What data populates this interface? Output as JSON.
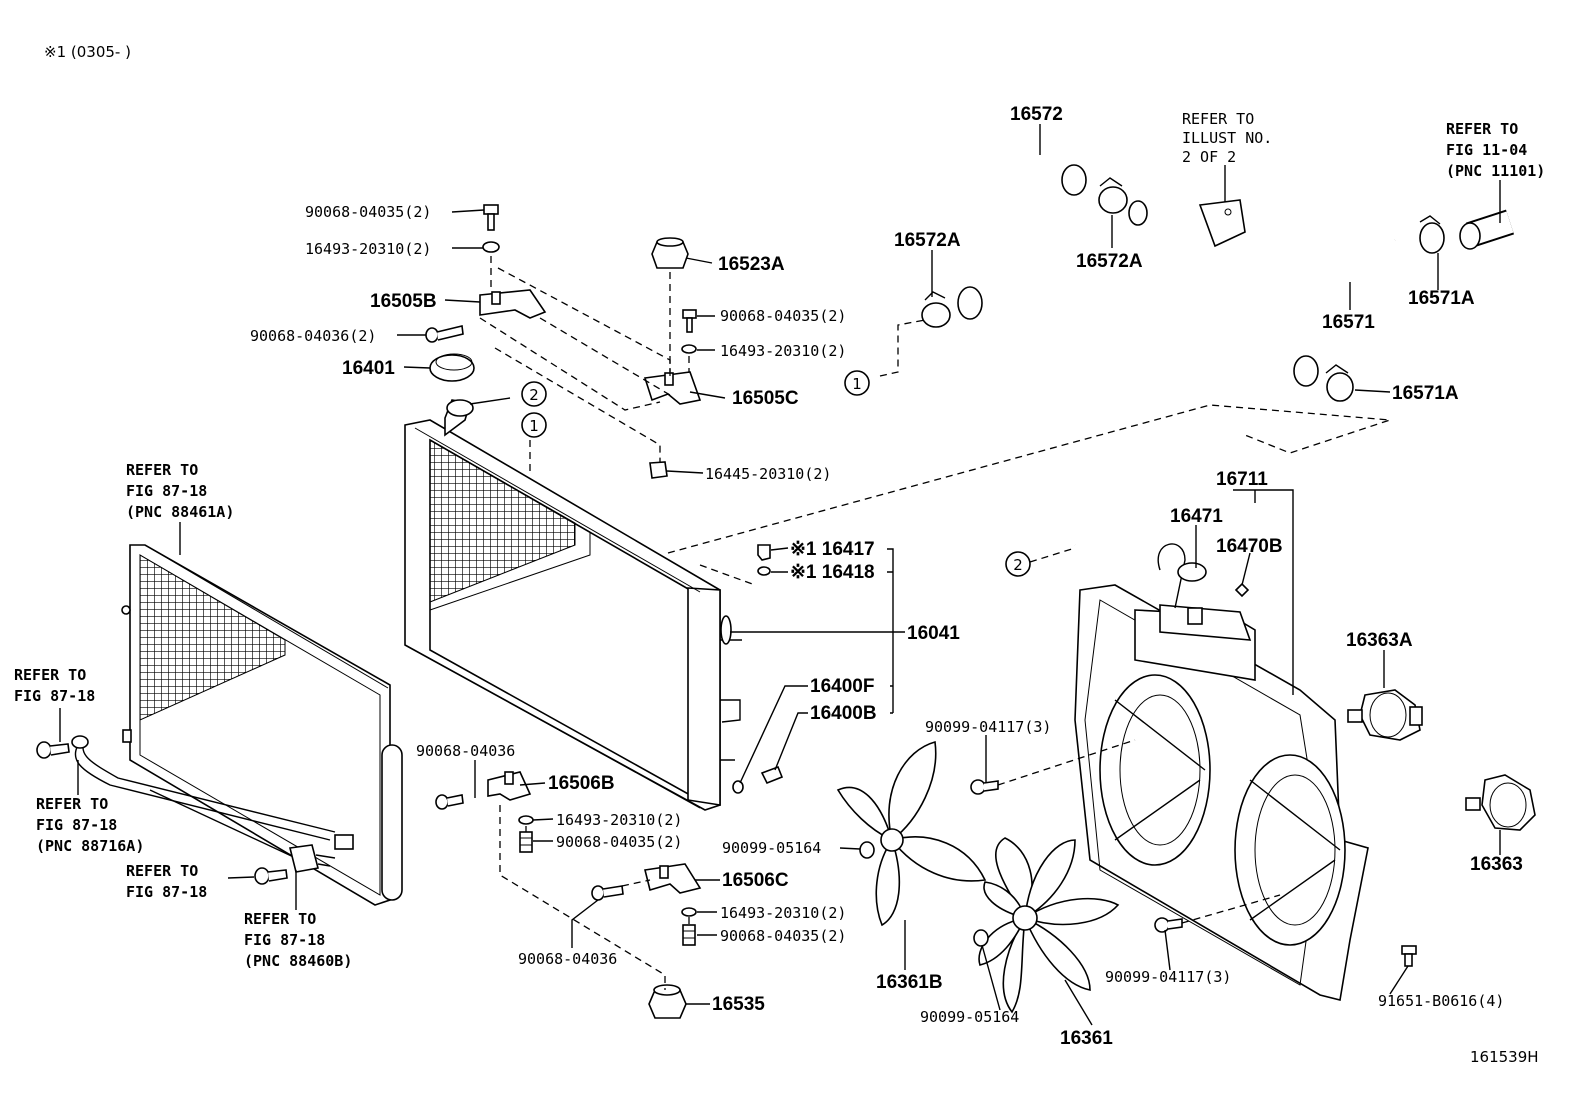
{
  "note": "※1 (0305-      )",
  "figure_id": "161539H",
  "circle_markers": [
    "1",
    "2"
  ],
  "labels": {
    "p16572": "16572",
    "p16572A_1": "16572A",
    "p16572A_2": "16572A",
    "p16571": "16571",
    "p16571A_1": "16571A",
    "p16571A_2": "16571A",
    "p16523A": "16523A",
    "p16505B": "16505B",
    "p16505C": "16505C",
    "p16401": "16401",
    "p16445": "16445-20310(2)",
    "p90068_04035_a": "90068-04035(2)",
    "p16493_a": "16493-20310(2)",
    "p90068_04036_a": "90068-04036(2)",
    "p90068_04035_b": "90068-04035(2)",
    "p16493_b": "16493-20310(2)",
    "p16417": "※1 16417",
    "p16418": "※1 16418",
    "p16041": "16041",
    "p16400F": "16400F",
    "p16400B": "16400B",
    "p16711": "16711",
    "p16471": "16471",
    "p16470B": "16470B",
    "p16363A": "16363A",
    "p16363": "16363",
    "p90099_04117_a": "90099-04117(3)",
    "p90099_04117_b": "90099-04117(3)",
    "p90099_05164_a": "90099-05164",
    "p90099_05164_b": "90099-05164",
    "p16361B": "16361B",
    "p16361": "16361",
    "p91651": "91651-B0616(4)",
    "p90068_04036_b": "90068-04036",
    "p16506B": "16506B",
    "p16493_c": "16493-20310(2)",
    "p90068_04035_c": "90068-04035(2)",
    "p16506C": "16506C",
    "p16493_d": "16493-20310(2)",
    "p90068_04035_d": "90068-04035(2)",
    "p90068_04036_c": "90068-04036",
    "p16535": "16535"
  },
  "refs": {
    "illust": [
      "REFER TO",
      "ILLUST NO.",
      "2 OF 2"
    ],
    "fig11": [
      "REFER TO",
      "FIG 11-04",
      "(PNC 11101)"
    ],
    "fig87_a": [
      "REFER TO",
      "FIG 87-18",
      "(PNC 88461A)"
    ],
    "fig87_b": [
      "REFER TO",
      "FIG 87-18"
    ],
    "fig87_c": [
      "REFER TO",
      "FIG 87-18",
      "(PNC 88716A)"
    ],
    "fig87_d": [
      "REFER TO",
      "FIG 87-18"
    ],
    "fig87_e": [
      "REFER TO",
      "FIG 87-18",
      "(PNC 88460B)"
    ]
  }
}
